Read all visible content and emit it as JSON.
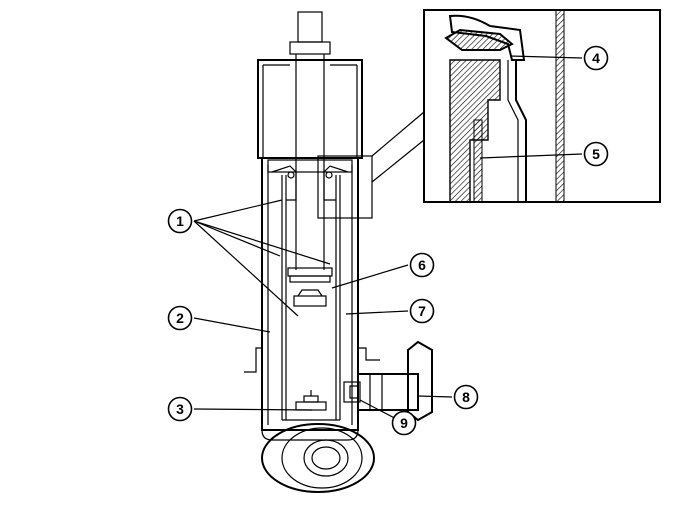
{
  "callouts": [
    {
      "id": "1",
      "label": "1"
    },
    {
      "id": "2",
      "label": "2"
    },
    {
      "id": "3",
      "label": "3"
    },
    {
      "id": "4",
      "label": "4"
    },
    {
      "id": "5",
      "label": "5"
    },
    {
      "id": "6",
      "label": "6"
    },
    {
      "id": "7",
      "label": "7"
    },
    {
      "id": "8",
      "label": "8"
    },
    {
      "id": "9",
      "label": "9"
    }
  ],
  "colors": {
    "line": "#000000",
    "background": "#ffffff",
    "hatch": "#000000"
  }
}
